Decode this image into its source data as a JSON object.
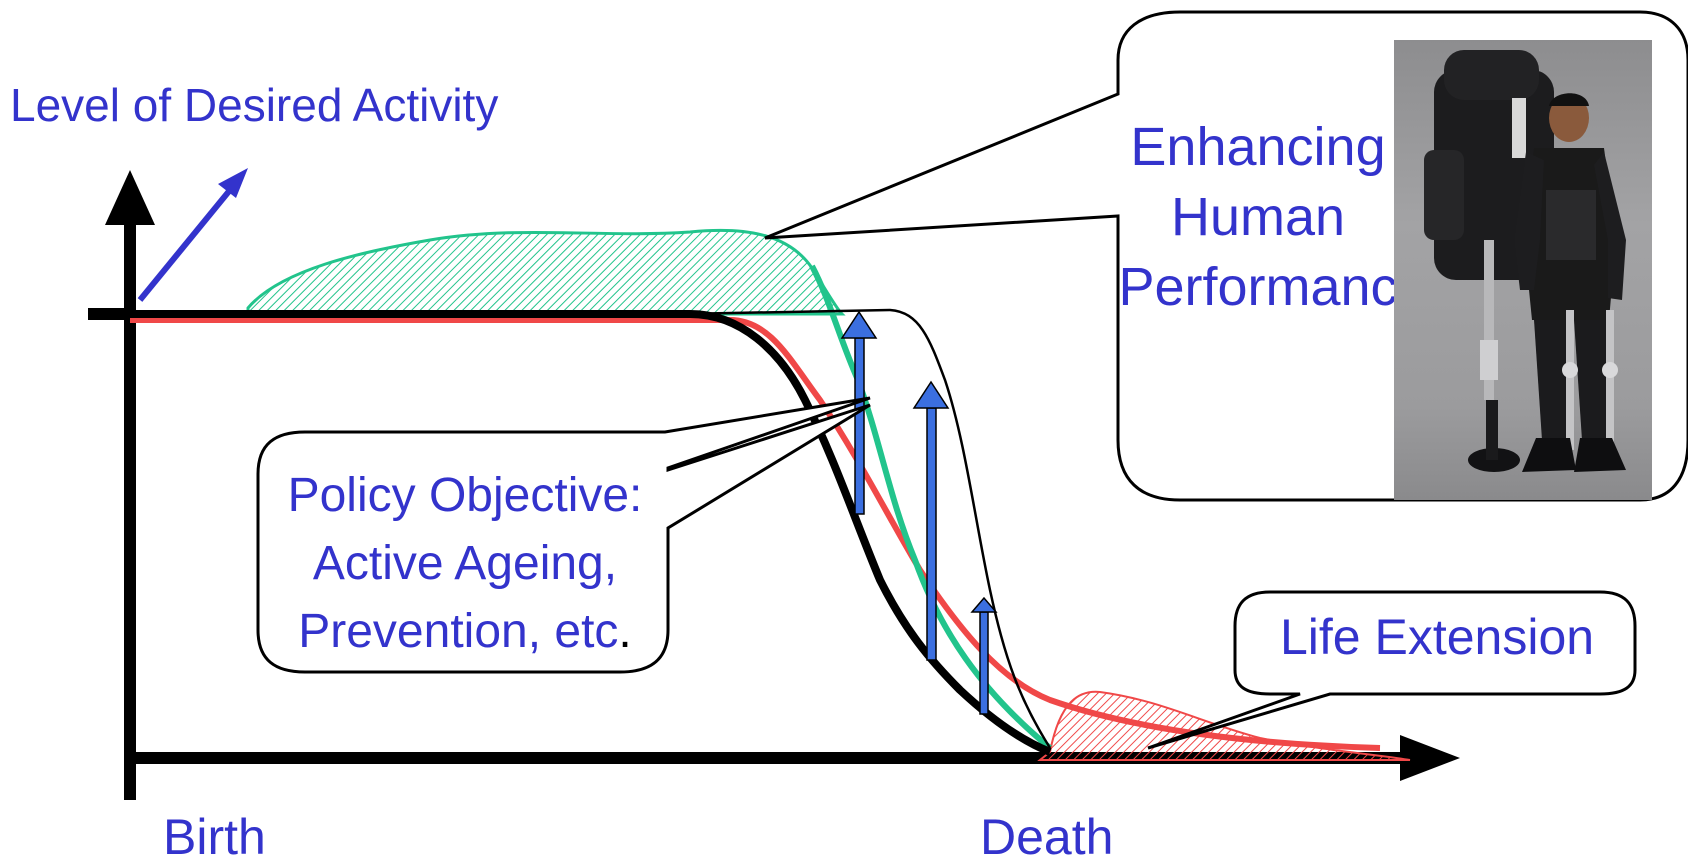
{
  "labels": {
    "y_axis": "Level of Desired Activity",
    "x_start": "Birth",
    "x_end": "Death"
  },
  "callouts": {
    "policy": {
      "line1": "Policy Objective:",
      "line2": "Active Ageing,",
      "line3_main": "Prevention, etc",
      "line3_tail": "."
    },
    "enhancing": {
      "line1": "Enhancing",
      "line2": "Human",
      "line3": "Performanc"
    },
    "life_extension": "Life Extension"
  },
  "photo": {
    "description_icon": "exoskeleton-soldier-photo"
  },
  "colors": {
    "text": "#3333cc",
    "red_curve": "#f04848",
    "green_curve": "#22c48c",
    "black_curve": "#000000",
    "arrows": "#3b6fe0",
    "green_hatch": "#22c48c",
    "red_hatch": "#f04848"
  }
}
